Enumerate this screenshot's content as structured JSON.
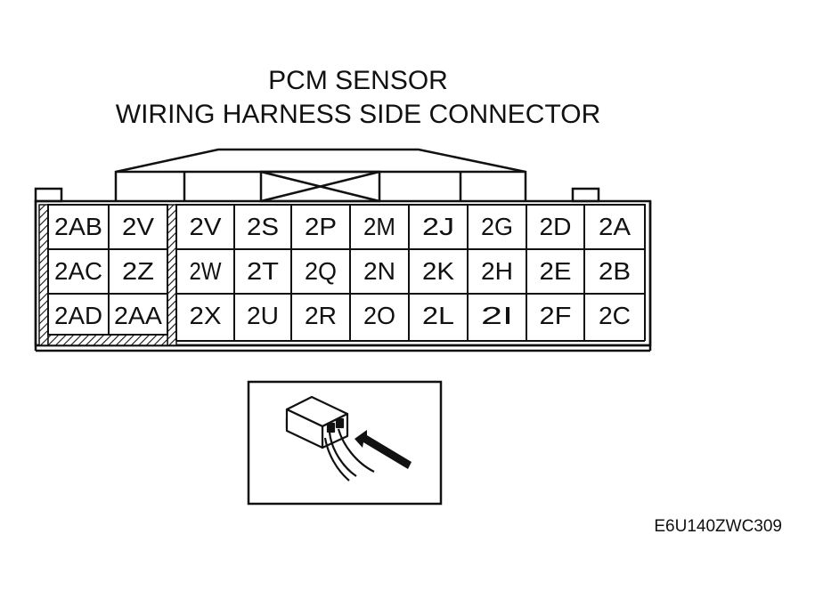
{
  "title": {
    "line1": "PCM SENSOR",
    "line2": "WIRING HARNESS SIDE CONNECTOR"
  },
  "connector": {
    "rows": [
      [
        "2AB",
        "2V",
        "2V",
        "2S",
        "2P",
        "2M",
        "2J",
        "2G",
        "2D",
        "2A"
      ],
      [
        "2AC",
        "2Z",
        "2W",
        "2T",
        "2Q",
        "2N",
        "2K",
        "2H",
        "2E",
        "2B"
      ],
      [
        "2AD",
        "2AA",
        "2X",
        "2U",
        "2R",
        "2O",
        "2L",
        "2I",
        "2F",
        "2C"
      ]
    ]
  },
  "inset": {
    "connector_icon": "connector-plug-icon",
    "arrow_icon": "arrow-icon"
  },
  "figure_code": "E6U140ZWC309",
  "colors": {
    "ink": "#111111",
    "background": "#ffffff"
  }
}
